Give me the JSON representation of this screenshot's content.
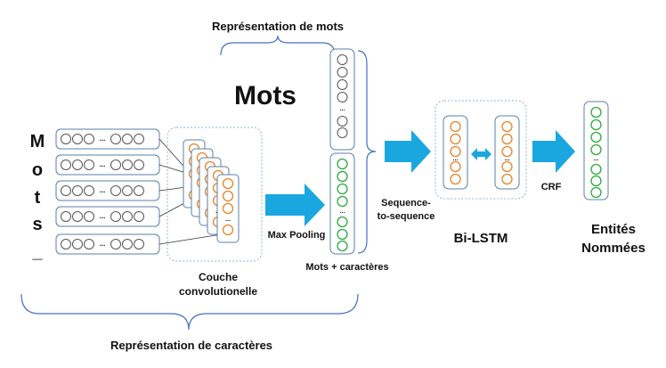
{
  "labels": {
    "word_repr": "Représentation de mots",
    "mots_big": "Mots",
    "vertical_word": [
      "M",
      "o",
      "t",
      "s",
      "_"
    ],
    "couche_line1": "Couche",
    "couche_line2": "convolutionelle",
    "max_pooling": "Max Pooling",
    "mots_caracteres": "Mots + caractères",
    "seq_line1": "Sequence-",
    "seq_line2": "to-sequence",
    "bilstm": "Bi-LSTM",
    "crf": "CRF",
    "entities_line1": "Entités",
    "entities_line2": "Nommées",
    "char_repr": "Représentation de caractères",
    "ellipsis": "..."
  },
  "colors": {
    "arrow": "#1aa7e0",
    "orange_cell": "#e8832a",
    "green_cell": "#2eaa3f",
    "gray_cell": "#555555",
    "brace": "#4472c4"
  }
}
